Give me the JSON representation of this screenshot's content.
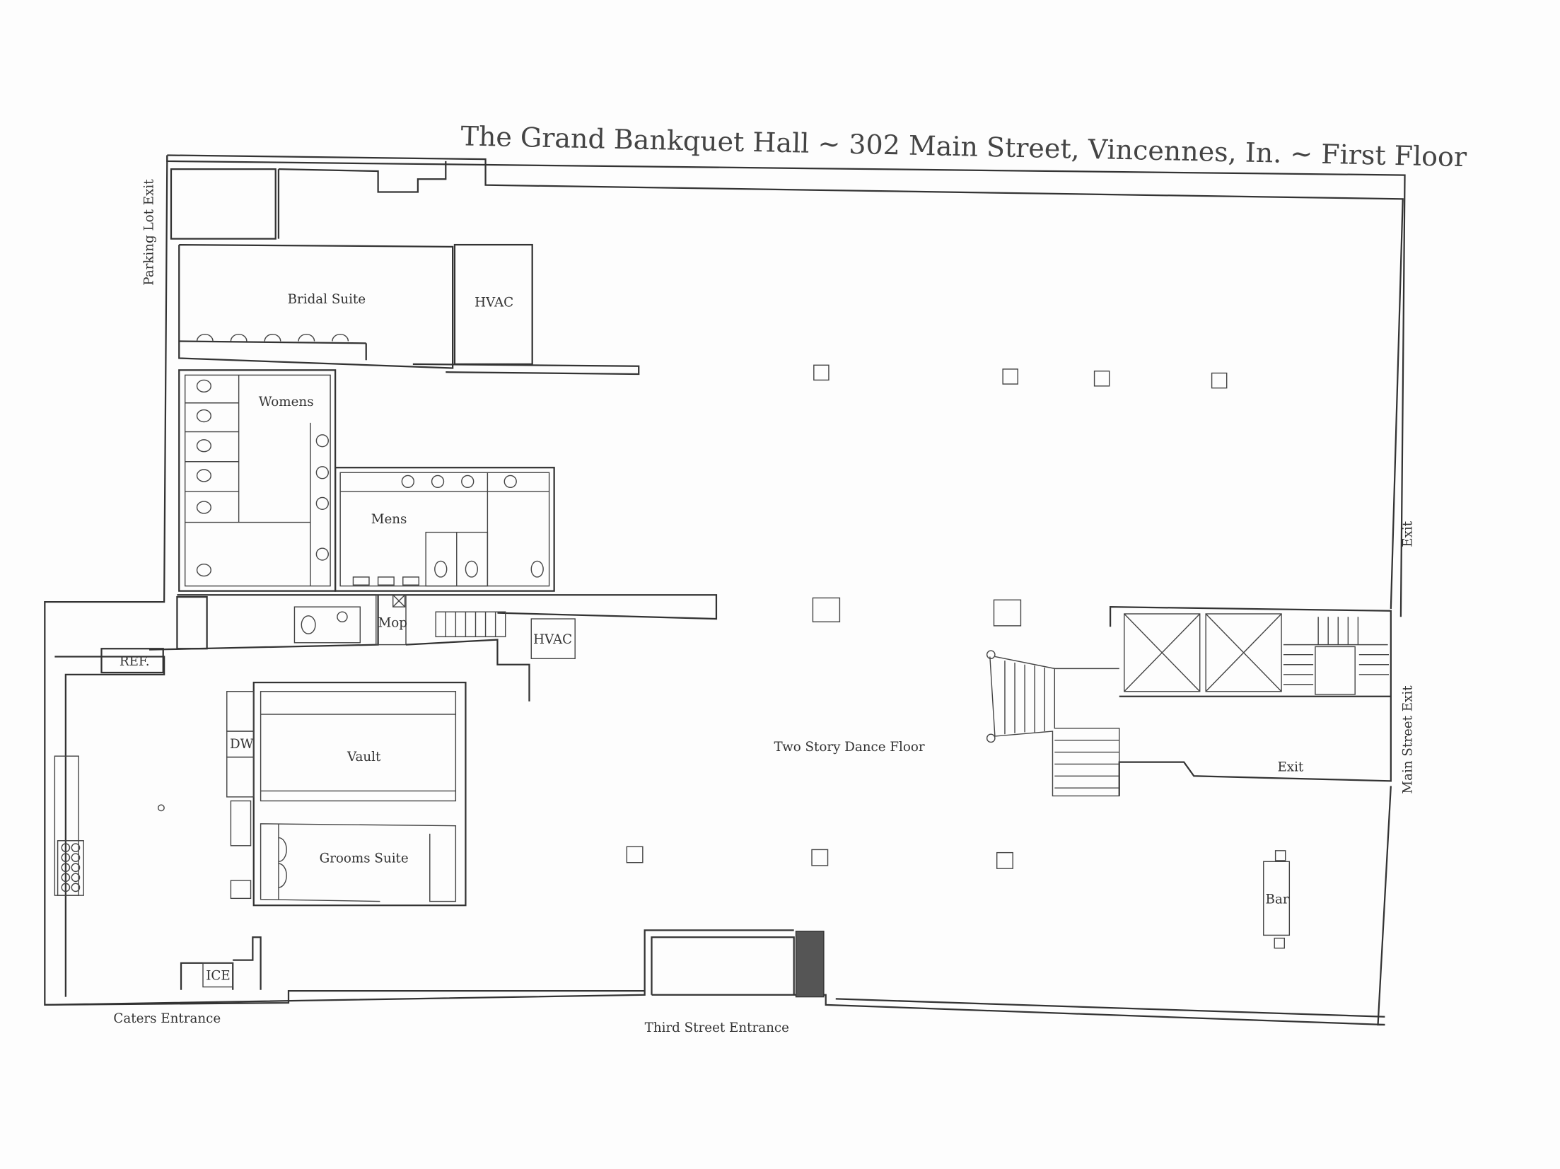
{
  "title": "The Grand Bankquet Hall ~ 302 Main Street, Vincennes, In. ~ First Floor",
  "rooms": {
    "bridal_suite": "Bridal Suite",
    "hvac_top": "HVAC",
    "womens": "Womens",
    "mens": "Mens",
    "mop": "Mop",
    "hvac_mid": "HVAC",
    "ref": "REF.",
    "dw": "DW",
    "vault": "Vault",
    "grooms_suite": "Grooms Suite",
    "ice": "ICE",
    "dance_floor": "Two Story Dance Floor",
    "exit_inner": "Exit",
    "bar": "Bar"
  },
  "entrances": {
    "parking_lot_exit": "Parking Lot Exit",
    "exit_right": "Exit",
    "main_street_exit": "Main Street Exit",
    "caters_entrance": "Caters Entrance",
    "third_street_entrance": "Third Street Entrance"
  }
}
